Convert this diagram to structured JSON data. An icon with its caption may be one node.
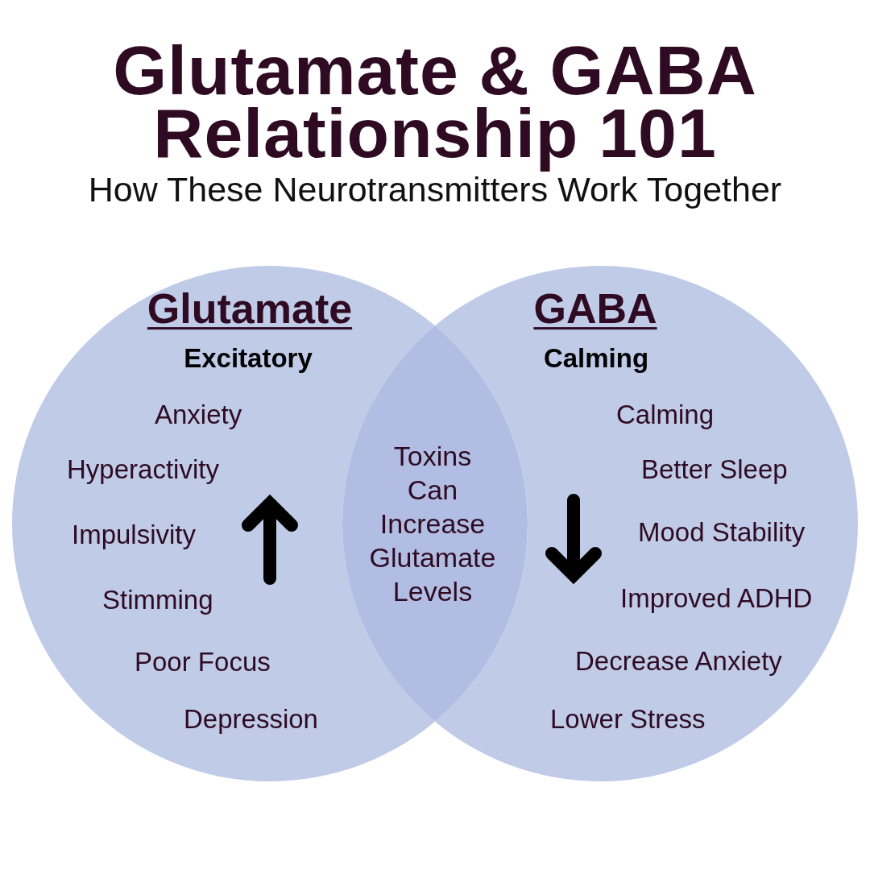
{
  "diagram": {
    "title": "Glutamate & GABA Relationship 101",
    "nodes": [
      {
        "text": [
          "Glutamate",
          "Excitatory",
          "Anxiety",
          "Hyperactivity",
          "Impulsivity",
          "Stimming",
          "Poor Focus",
          "Depression"
        ]
      },
      {
        "text": [
          "Toxins Can Increase Glutamate Levels"
        ]
      },
      {
        "text": [
          "GABA",
          "Calming",
          "Calming",
          "Better Sleep",
          "Mood Stability",
          "Improved ADHD",
          "Decrease Anxiety",
          "Lower Stress"
        ]
      }
    ],
    "labels": [
      "How These Neurotransmitters Work Together"
    ]
  }
}
